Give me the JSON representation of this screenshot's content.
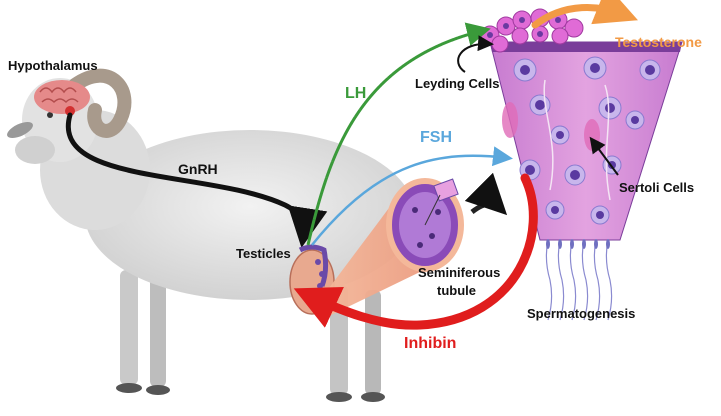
{
  "labels": {
    "hypothalamus": "Hypothalamus",
    "gnrh": "GnRH",
    "lh": "LH",
    "fsh": "FSH",
    "testicles": "Testicles",
    "leyding_cells": "Leyding Cells",
    "testosterone": "Testosterone",
    "sertoli_cells": "Sertoli Cells",
    "seminiferous_tubule": "Seminiferous",
    "seminiferous_tubule_line2": "tubule",
    "spermatogenesis": "Spermatogenesis",
    "inhibin": "Inhibin"
  },
  "colors": {
    "lh": "#3a9a3a",
    "fsh": "#5aa7dc",
    "testosterone": "#f29a45",
    "inhibin": "#e01d1d",
    "gnrh": "#111111",
    "tissue": "#d98ad6",
    "cell_nucleus": "#6a4aa8",
    "brain": "#e58a8a"
  },
  "icons": [
    "sheep-illustration",
    "brain-icon",
    "testicle-icon",
    "seminiferous-tubule-icon",
    "tubule-section-icon",
    "leydig-cell-cluster-icon"
  ]
}
